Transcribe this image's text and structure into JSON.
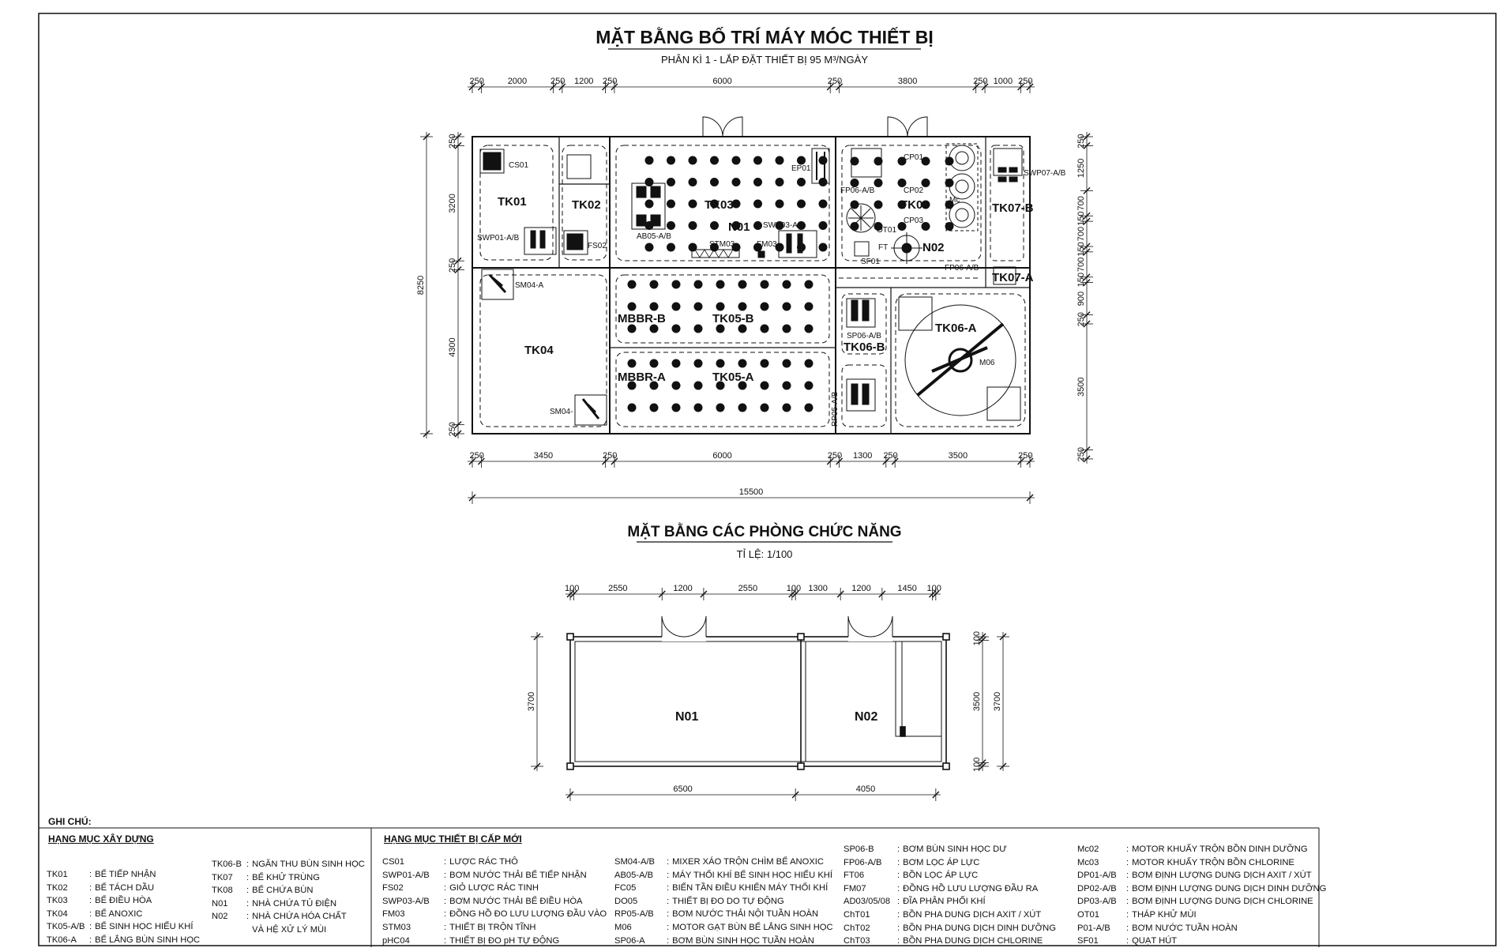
{
  "plan1": {
    "title": "MẶT BẰNG BỐ TRÍ MÁY MÓC THIẾT BỊ",
    "subtitle": "PHÂN KÌ 1 - LẮP ĐẶT THIẾT BỊ 95 M³/NGÀY",
    "dims_top": [
      "250",
      "2000",
      "250",
      "1200",
      "250",
      "6000",
      "250",
      "3800",
      "250",
      "1000",
      "250"
    ],
    "dims_bottom": [
      "250",
      "3450",
      "250",
      "6000",
      "250",
      "1300",
      "250",
      "3500",
      "250"
    ],
    "dim_total": "15500",
    "dims_left": [
      "250",
      "3200",
      "250",
      "4300",
      "250"
    ],
    "dim_left_total": "8250",
    "dims_right": [
      "250",
      "1250",
      "700",
      "150",
      "700",
      "150",
      "700",
      "150",
      "900",
      "250",
      "3500",
      "250"
    ],
    "tanks": {
      "tk01": "TK01",
      "tk02": "TK02",
      "tk03": "TK03",
      "n01": "N01",
      "tk08": "TK08",
      "n02": "N02",
      "tk07b": "TK07-B",
      "tk07a": "TK07-A",
      "tk04": "TK04",
      "mbbrb": "MBBR-B",
      "tk05b": "TK05-B",
      "mbbra": "MBBR-A",
      "tk05a": "TK05-A",
      "tk06b": "TK06-B",
      "tk06a": "TK06-A"
    },
    "equip": {
      "cs01": "CS01",
      "swp01": "SWP01-A/B",
      "fs02": "FS02",
      "sm04a": "SM04-A",
      "sm04": "SM04-",
      "ep01": "EP01",
      "ab05": "AB05-A/B",
      "stm03": "STM03",
      "fm03": "FM03",
      "swp03": "SWP03-A/B",
      "cp01": "CP01",
      "cp02": "CP02",
      "cp03": "CP03",
      "fp06": "FP06-A/B",
      "ot01": "OT01",
      "ft06": "FT",
      "sf01": "SF01",
      "fp06b": "FP06-A/B",
      "swp07": "SWP07-A/B",
      "sp06": "SP06-A/B",
      "m06": "M06",
      "rp05": "RP05-A/B",
      "mc": "Mc"
    }
  },
  "plan2": {
    "title": "MẶT BẰNG CÁC PHÒNG CHỨC NĂNG",
    "subtitle": "TỈ LỆ: 1/100",
    "dims_top": [
      "100",
      "2550",
      "1200",
      "2550",
      "100",
      "1300",
      "1200",
      "1450",
      "100"
    ],
    "dims_bottom": [
      "6500",
      "4050"
    ],
    "dim_left": "3700",
    "dims_right": [
      "100",
      "3500",
      "100"
    ],
    "dim_right_total": "3700",
    "rooms": {
      "n01": "N01",
      "n02": "N02"
    }
  },
  "legend": {
    "note": "GHI CHÚ:",
    "construction_header": "HẠNG MỤC XÂY DỰNG",
    "equipment_header": "HẠNG MỤC THIẾT BỊ CẤP MỚI",
    "construction_col1": [
      {
        "code": "TK01",
        "desc": "BỂ TIẾP NHẬN"
      },
      {
        "code": "TK02",
        "desc": "BỂ TÁCH DẦU"
      },
      {
        "code": "TK03",
        "desc": "BỂ ĐIỀU HÒA"
      },
      {
        "code": "TK04",
        "desc": "BỂ ANOXIC"
      },
      {
        "code": "TK05-A/B",
        "desc": "BỂ SINH HỌC HIẾU KHÍ"
      },
      {
        "code": "TK06-A",
        "desc": "BỂ LẮNG BÙN SINH HỌC"
      }
    ],
    "construction_col2": [
      {
        "code": "TK06-B",
        "desc": "NGĂN THU BÙN SINH HỌC"
      },
      {
        "code": "TK07",
        "desc": "BỂ KHỬ TRÙNG"
      },
      {
        "code": "TK08",
        "desc": "BỂ CHỨA BÙN"
      },
      {
        "code": "N01",
        "desc": "NHÀ CHỨA TỦ ĐIỆN"
      },
      {
        "code": "N02",
        "desc": "NHÀ CHỨA HÓA CHẤT"
      },
      {
        "code": "",
        "desc": "VÀ HỆ XỬ LÝ MÙI"
      }
    ],
    "equipment_col1": [
      {
        "code": "CS01",
        "desc": "LƯỢC RÁC THÔ"
      },
      {
        "code": "SWP01-A/B",
        "desc": "BƠM NƯỚC THẢI BỂ TIẾP NHẬN"
      },
      {
        "code": "FS02",
        "desc": "GIỎ LƯỢC RÁC TINH"
      },
      {
        "code": "SWP03-A/B",
        "desc": "BƠM NƯỚC THẢI BỂ ĐIỀU HÒA"
      },
      {
        "code": "FM03",
        "desc": "ĐỒNG HỒ ĐO LƯU LƯỢNG ĐẦU VÀO"
      },
      {
        "code": "STM03",
        "desc": "THIẾT BỊ TRỘN TĨNH"
      },
      {
        "code": "pHC04",
        "desc": "THIẾT BỊ ĐO pH TỰ ĐỘNG"
      }
    ],
    "equipment_col2": [
      {
        "code": "SM04-A/B",
        "desc": "MIXER XÁO TRỘN CHÌM BỂ ANOXIC"
      },
      {
        "code": "AB05-A/B",
        "desc": "MÁY THỔI KHÍ BỂ SINH HỌC HIẾU KHÍ"
      },
      {
        "code": "FC05",
        "desc": "BIẾN TẦN ĐIỀU KHIỂN MÁY THỔI KHÍ"
      },
      {
        "code": "DO05",
        "desc": "THIẾT BỊ ĐO DO TỰ ĐỘNG"
      },
      {
        "code": "RP05-A/B",
        "desc": "BƠM NƯỚC THẢI NỘI TUẦN HOÀN"
      },
      {
        "code": "M06",
        "desc": "MOTOR GẠT BÙN BỂ LẮNG SINH HỌC"
      },
      {
        "code": "SP06-A",
        "desc": "BƠM BÙN SINH HỌC TUẦN HOÀN"
      }
    ],
    "equipment_col3": [
      {
        "code": "SP06-B",
        "desc": "BƠM BÙN SINH HỌC DƯ"
      },
      {
        "code": "FP06-A/B",
        "desc": "BƠM LỌC ÁP LỰC"
      },
      {
        "code": "FT06",
        "desc": "BỒN LỌC ÁP LỰC"
      },
      {
        "code": "FM07",
        "desc": "ĐỒNG HỒ LƯU LƯỢNG ĐẦU RA"
      },
      {
        "code": "AD03/05/08",
        "desc": "ĐĨA PHÂN PHỐI KHÍ"
      },
      {
        "code": "ChT01",
        "desc": "BỒN PHA DUNG DỊCH AXIT / XÚT"
      },
      {
        "code": "ChT02",
        "desc": "BỒN PHA DUNG DỊCH DINH DƯỠNG"
      },
      {
        "code": "ChT03",
        "desc": "BỒN PHA DUNG DỊCH CHLORINE"
      }
    ],
    "equipment_col4": [
      {
        "code": "Mc02",
        "desc": "MOTOR KHUẤY TRỘN BỒN DINH DƯỠNG"
      },
      {
        "code": "Mc03",
        "desc": "MOTOR KHUẤY TRỘN BỒN CHLORINE"
      },
      {
        "code": "DP01-A/B",
        "desc": "BƠM ĐỊNH LƯỢNG DUNG DỊCH AXIT / XÚT"
      },
      {
        "code": "DP02-A/B",
        "desc": "BƠM ĐỊNH LƯỢNG DUNG DỊCH DINH DƯỠNG"
      },
      {
        "code": "DP03-A/B",
        "desc": "BƠM ĐỊNH LƯỢNG DUNG DỊCH CHLORINE"
      },
      {
        "code": "OT01",
        "desc": "THÁP KHỬ MÙI"
      },
      {
        "code": "P01-A/B",
        "desc": "BƠM NƯỚC TUẦN HOÀN"
      },
      {
        "code": "SF01",
        "desc": "QUẠT HÚT"
      }
    ]
  }
}
